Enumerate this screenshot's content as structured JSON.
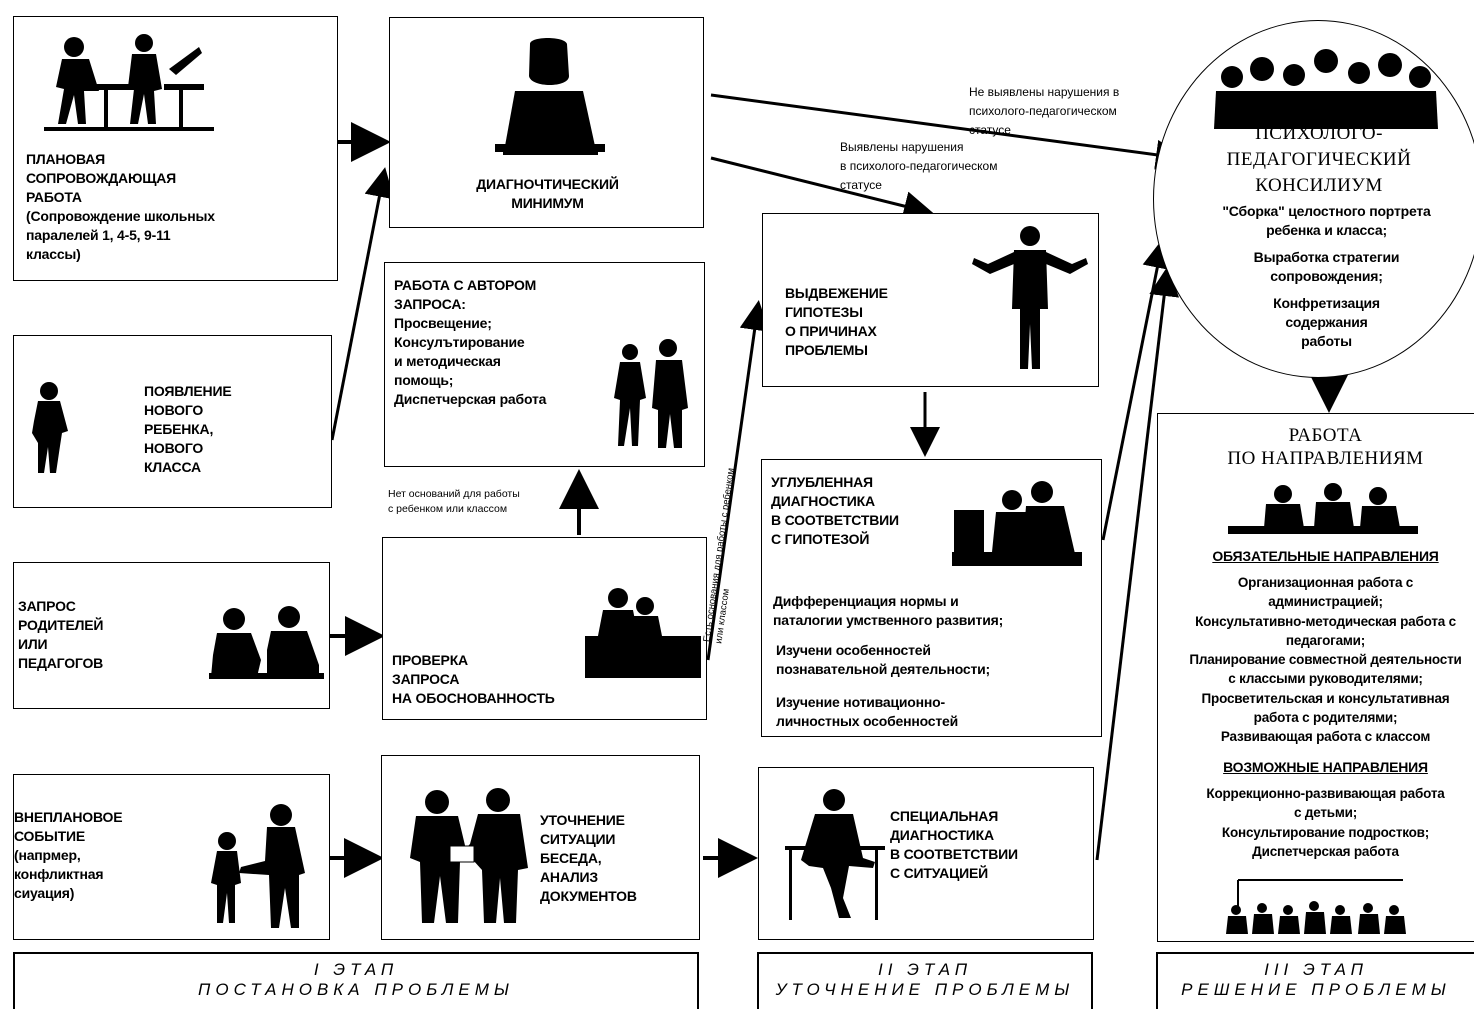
{
  "boxes": {
    "planned": "ПЛАНОВАЯ\nСОПРОВОЖДАЮЩАЯ\nРАБОТА\n(Сопровождение школьных\nпаралелей 1, 4-5, 9-11\nклассы)",
    "new_child": "ПОЯВЛЕНИЕ\nНОВОГО\nРЕБЕНКА,\nНОВОГО\nКЛАССА",
    "parents_request": "ЗАПРОС\nРОДИТЕЛЕЙ\nИЛИ\nПЕДАГОГОВ",
    "unplanned": "ВНЕПЛАНОВОЕ\nСОБЫТИЕ\n(напрмер,\nконфликтная\nсиуация)",
    "diag_min": "ДИАГНОЧТИЧЕСКИЙ\nМИНИМУМ",
    "author_work": "РАБОТА С АВТОРОМ\nЗАПРОСА:\nПросвещение;\nКонсулътирование\nи методическая\nпомощь;\nДиспетчерская работа",
    "check_request": "ПРОВЕРКА\nЗАПРОСА\nНА ОБОСНОВАННОСТЬ",
    "clarify": "УТОЧНЕНИЕ\nСИТУАЦИИ\nБЕСЕДА,\nАНАЛИЗ\nДОКУМЕНТОВ",
    "hypothesis": "ВЫДВЕЖЕНИЕ\nГИПОТЕЗЫ\nО ПРИЧИНАХ\nПРОБЛЕМЫ",
    "deep_diag_title": "УГЛУБЛЕННАЯ\nДИАГНОСТИКА\nВ СООТВЕТСТВИИ\nС ГИПОТЕЗОЙ",
    "deep_diag_items": [
      "Дифференциация нормы и\nпаталогии умственного развития;",
      "Изучени особенностей\nпознавательной деятельности;",
      "Изучение нотивационно-\nличностных особенностей"
    ],
    "special_diag": "СПЕЦИАЛЬНАЯ\nДИАГНОСТИКА\nВ СООТВЕТСТВИИ\nС СИТУАЦИЕЙ"
  },
  "council": {
    "title": "ПСИХОЛОГО-\nПЕДАГОГИЧЕСКИЙ\nКОНСИЛИУМ",
    "items": [
      "\"Сборка\" целостного портрета\nребенка и класса;",
      "Выработка стратегии\nсопровождения;",
      "Конфретизация\nсодержания\nработы"
    ]
  },
  "directions": {
    "title": "РАБОТА\nПО НАПРАВЛЕНИЯМ",
    "mandatory_title": "ОБЯЗАТЕЛЬНЫЕ НАПРАВЛЕНИЯ",
    "mandatory_items": "Организационная работа с\nадминистрацией;\nКонсультативно-методическая работа с\nпедагогами;\nПланирование совместной деятельности\nс классыми руководителями;\nПросветительская и консультативная\nработа с родителями;\nРазвивающая работа с классом",
    "possible_title": "ВОЗМОЖНЫЕ НАПРАВЛЕНИЯ",
    "possible_items": "Коррекционно-развивающая работа\nс детьми;\nКонсультирование подростков;\nДиспетчерская работа"
  },
  "labels": {
    "not_found": "Не выявлены нарушения в\nпсихолого-педагогическом\nстатусе",
    "found": "Выявлены нарушения\nв психолого-педагогическом\nстатусе",
    "no_grounds": "Нет оснований для работы\nс ребенком или классом",
    "grounds": "Есть основания для работы с ребенком\nили классом"
  },
  "stages": [
    "I ЭТАП\nПОСТАНОВКА ПРОБЛЕМЫ",
    "II ЭТАП\nУТОЧНЕНИЕ ПРОБЛЕМЫ",
    "III ЭТАП\nРЕШЕНИЕ ПРОБЛЕМЫ"
  ]
}
